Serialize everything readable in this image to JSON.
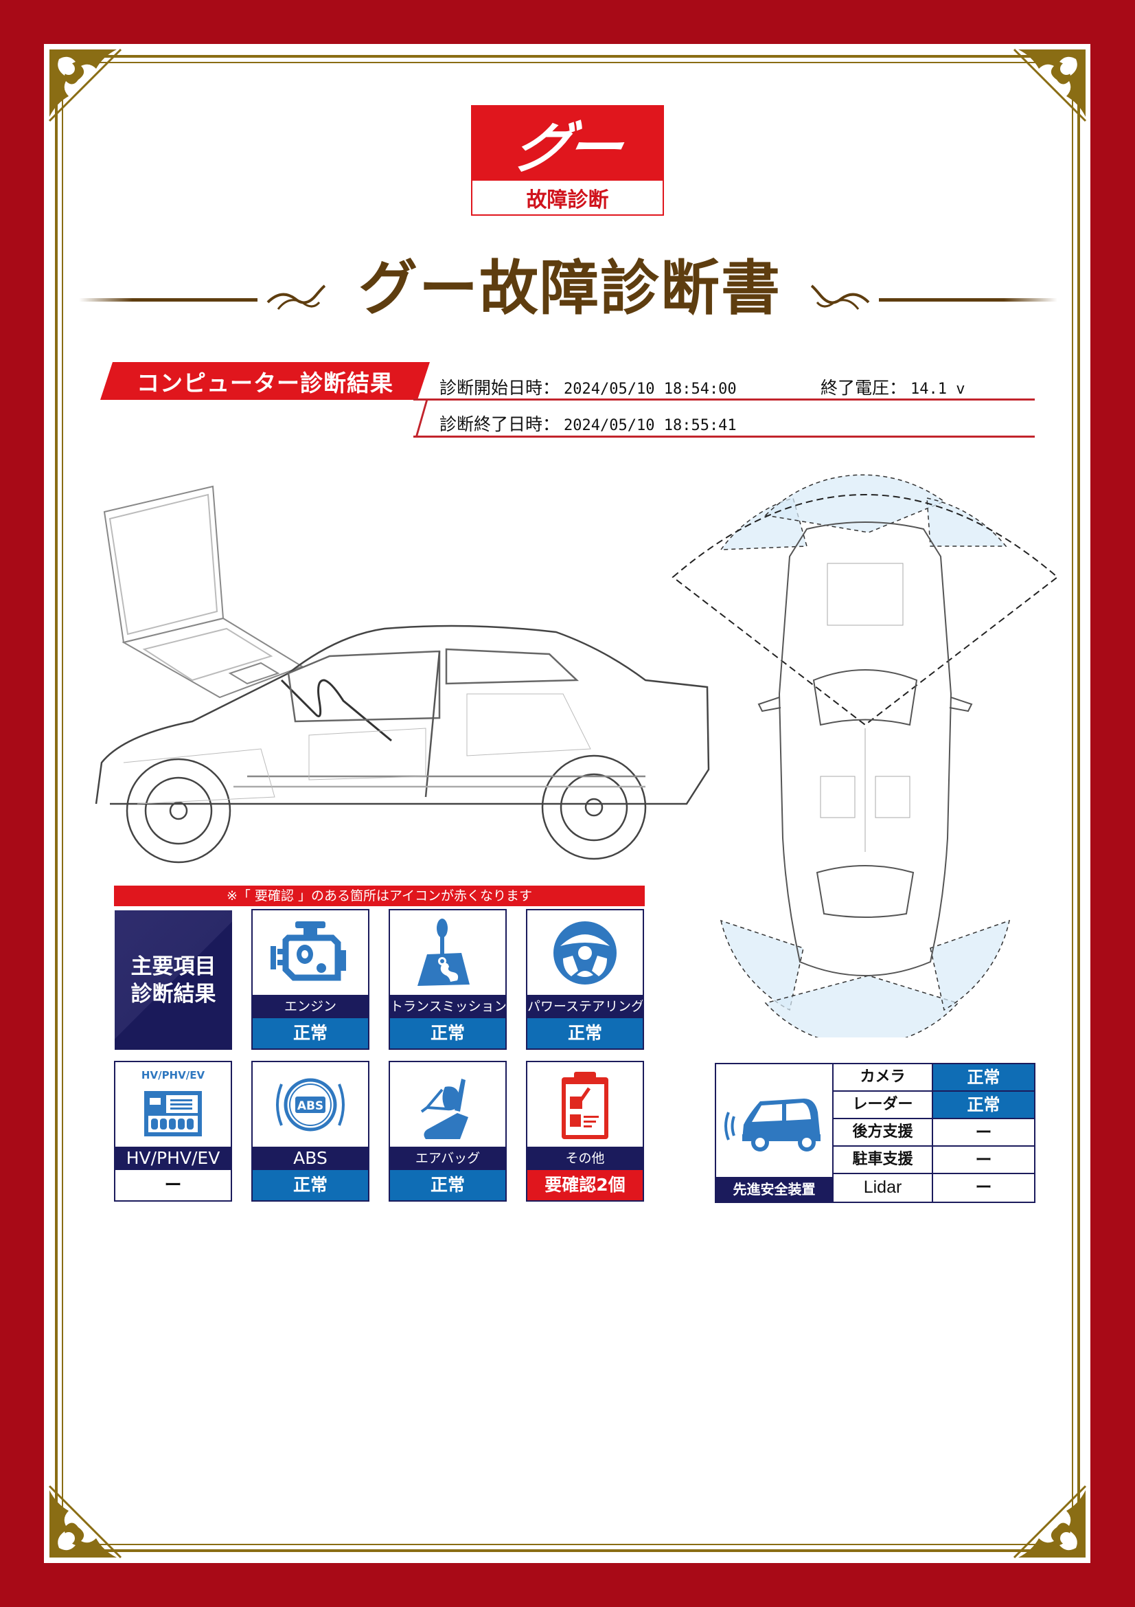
{
  "logo": {
    "mark": "グー",
    "subtitle": "故障診断"
  },
  "title": "グー故障診断書",
  "computer_result": {
    "banner": "コンピューター診断結果",
    "start_label": "診断開始日時：",
    "start_value": "2024/05/10 18:54:00",
    "end_label": "診断終了日時：",
    "end_value": "2024/05/10 18:55:41",
    "voltage_label": "終了電圧：",
    "voltage_value": "14.1 v"
  },
  "notice": "※「 要確認 」のある箇所はアイコンが赤くなります",
  "main_items": {
    "label_line1": "主要項目",
    "label_line2": "診断結果",
    "cards": [
      {
        "icon": "engine-icon",
        "name": "エンジン",
        "status": "正常",
        "state": "ok"
      },
      {
        "icon": "transmission-icon",
        "name": "トランスミッション",
        "status": "正常",
        "state": "ok"
      },
      {
        "icon": "steering-wheel-icon",
        "name": "パワーステアリング",
        "status": "正常",
        "state": "ok"
      },
      {
        "icon": "battery-icon",
        "icon_caption": "HV/PHV/EV",
        "name": "HV/PHV/EV",
        "status": "ー",
        "state": "none"
      },
      {
        "icon": "abs-icon",
        "icon_caption": "ABS",
        "name": "ABS",
        "status": "正常",
        "state": "ok"
      },
      {
        "icon": "airbag-icon",
        "name": "エアバッグ",
        "status": "正常",
        "state": "ok"
      },
      {
        "icon": "checklist-icon",
        "name": "その他",
        "status": "要確認2個",
        "state": "alert"
      }
    ]
  },
  "adas": {
    "caption": "先進安全装置",
    "rows": [
      {
        "label": "カメラ",
        "value": "正常",
        "state": "ok"
      },
      {
        "label": "レーダー",
        "value": "正常",
        "state": "ok"
      },
      {
        "label": "後方支援",
        "value": "ー",
        "state": "none"
      },
      {
        "label": "駐車支援",
        "value": "ー",
        "state": "none"
      },
      {
        "label": "Lidar",
        "value": "ー",
        "state": "none"
      }
    ]
  },
  "colors": {
    "border_red": "#a80a17",
    "gold": "#8a6d14",
    "title_brown": "#5e3d0f",
    "accent_red": "#e0161d",
    "navy": "#1b1b5c",
    "status_blue": "#0f6db5"
  }
}
